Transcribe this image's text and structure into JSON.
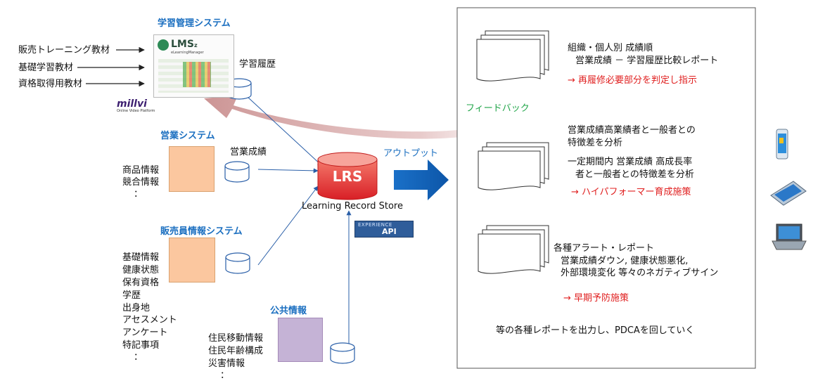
{
  "lms": {
    "title": "学習管理システム",
    "inputs": [
      "販売トレーニング教材",
      "基礎学習教材",
      "資格取得用教材"
    ],
    "logo_text": "LMS",
    "logo_sub": "z",
    "logo_caption": "eLearningManager",
    "millvi": "millvi",
    "millvi_caption": "Online Video Platform",
    "db_label": "学習履歴"
  },
  "sales": {
    "title": "営業システム",
    "items": [
      "商品情報",
      "競合情報",
      "："
    ],
    "db_label": "営業成績"
  },
  "staff": {
    "title": "販売員情報システム",
    "items": [
      "基礎情報",
      "健康状態",
      "保有資格",
      "学歴",
      "出身地",
      "アセスメント",
      "アンケート",
      "特記事項",
      "："
    ]
  },
  "public": {
    "title": "公共情報",
    "items": [
      "住民移動情報",
      "住民年齢構成",
      "災害情報",
      "："
    ]
  },
  "lrs": {
    "label": "LRS",
    "caption": "Learning Record Store",
    "xapi_top": "EXPERIENCE",
    "xapi_bottom": "API"
  },
  "output_label": "アウトプット",
  "feedback_label": "フィードバック",
  "reports": {
    "r1": {
      "line1": "組織・個人別 成績順",
      "line2": "営業成績 － 学習履歴比較レポート",
      "action": "→ 再履修必要部分を判定し指示"
    },
    "r2": {
      "line1": "営業成績高業績者と一般者との",
      "line2": "特徴差を分析",
      "line3": "一定期間内 営業成績 高成長率",
      "line4": "者と一般者との特徴差を分析",
      "action": "→ ハイパフォーマー育成施策"
    },
    "r3": {
      "line1": "各種アラート・レポート",
      "line2": "営業成績ダウン, 健康状態悪化,",
      "line3": "外部環境変化 等々のネガティブサイン",
      "action": "→ 早期予防施策"
    },
    "summary": "等の各種レポートを出力し、PDCAを回していく"
  },
  "colors": {
    "title_blue": "#1b6fc0",
    "action_red": "#e02020",
    "feedback_green": "#22a64a",
    "lrs_red": "#e8373a",
    "arrow_blue": "#1565c0",
    "feedback_arrow": "#c98f8f"
  }
}
